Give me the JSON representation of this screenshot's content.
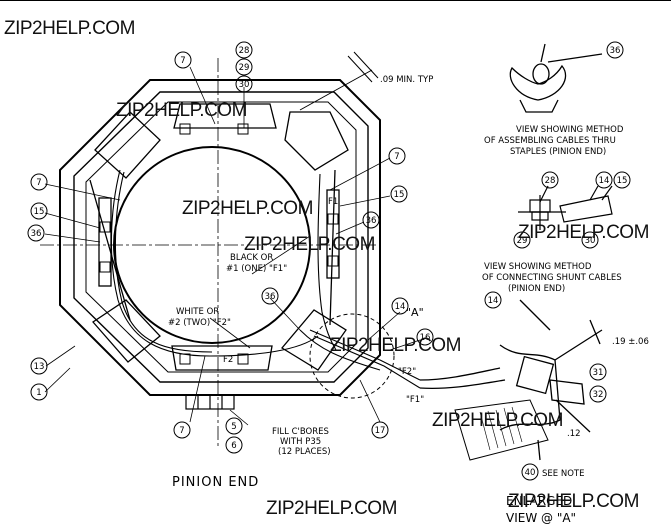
{
  "watermarks": [
    "ZIP2HELP.COM",
    "ZIP2HELP.COM",
    "ZIP2HELP.COM",
    "ZIP2HELP.COM",
    "ZIP2HELP.COM",
    "ZIP2HELP.COM",
    "ZIP2HELP.COM",
    "ZIP2HELP.COM",
    "ZIP2HELP.COM"
  ],
  "callouts": {
    "c7a": "7",
    "c28": "28",
    "c29": "29",
    "c30": "30",
    "c7b": "7",
    "c15a": "15",
    "c36a": "36",
    "c7c": "7",
    "c15b": "15",
    "c36b": "36",
    "c13": "13",
    "c1": "1",
    "c36c": "36",
    "c14a": "14",
    "c16": "16",
    "c17": "17",
    "c7d": "7",
    "c5": "5",
    "c6": "6",
    "c36d": "36",
    "c28b": "28",
    "c14b": "14",
    "c15c": "15",
    "c29b": "29",
    "c30b": "30",
    "c14c": "14",
    "c31": "31",
    "c32": "32",
    "c40": "40"
  },
  "labels": {
    "min_typ": ".09 MIN. TYP",
    "black_1": "BLACK OR",
    "black_2": "#1 (ONE) \"F1\"",
    "white_1": "WHITE OR",
    "white_2": "#2 (TWO) \"F2\"",
    "f1": "F1",
    "f2": "F2",
    "fill_1": "FILL C'BORES",
    "fill_2": "WITH P35",
    "fill_3": "(12 PLACES)",
    "view_a": "\"A\"",
    "f2_lead": "\"F2\"",
    "f1_lead": "\"F1\"",
    "pinion_end": "PINION END",
    "staples_1": "VIEW SHOWING METHOD",
    "staples_2": "OF ASSEMBLING CABLES THRU",
    "staples_3": "STAPLES (PINION END)",
    "shunt_1": "VIEW SHOWING METHOD",
    "shunt_2": "OF CONNECTING SHUNT CABLES",
    "shunt_3": "(PINION END)",
    "dim_19": ".19 ±.06",
    "dim_12": ".12",
    "see_note": "SEE NOTE",
    "enlarged_1": "ENLARGED",
    "enlarged_2": "VIEW @ \"A\""
  }
}
